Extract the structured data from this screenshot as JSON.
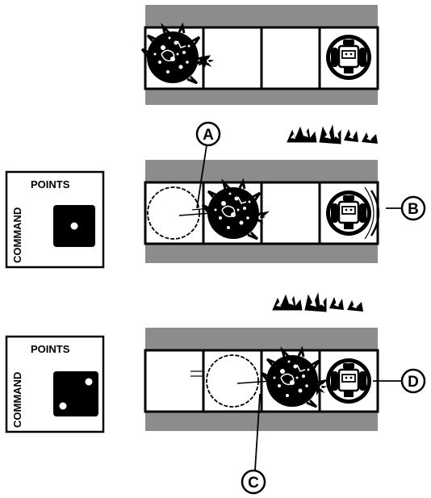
{
  "panels": [
    {
      "id": "panel-1",
      "squares": [
        "dark-unit",
        "empty",
        "empty",
        "mech-unit"
      ],
      "command_points": null,
      "sound_effect": false
    },
    {
      "id": "panel-2",
      "squares": [
        "ghost-unit",
        "dark-unit",
        "empty",
        "mech-unit"
      ],
      "command_points": 1,
      "sound_effect": true
    },
    {
      "id": "panel-3",
      "squares": [
        "empty",
        "ghost-unit",
        "dark-unit",
        "mech-unit"
      ],
      "command_points": 2,
      "sound_effect": true
    }
  ],
  "command_card": {
    "points_label": "POINTS",
    "command_label": "COMMAND"
  },
  "callouts": {
    "a": "A",
    "b": "B",
    "c": "C",
    "d": "D"
  },
  "icons": [
    "dark-fighter-icon",
    "mech-robot-icon",
    "ghost-fighter-icon",
    "pip-die-icon",
    "impact-burst-icon",
    "crash-sound-effect-icon"
  ],
  "colors": {
    "track_gray": "#8c8c8c",
    "ink": "#000000",
    "paper": "#ffffff"
  }
}
